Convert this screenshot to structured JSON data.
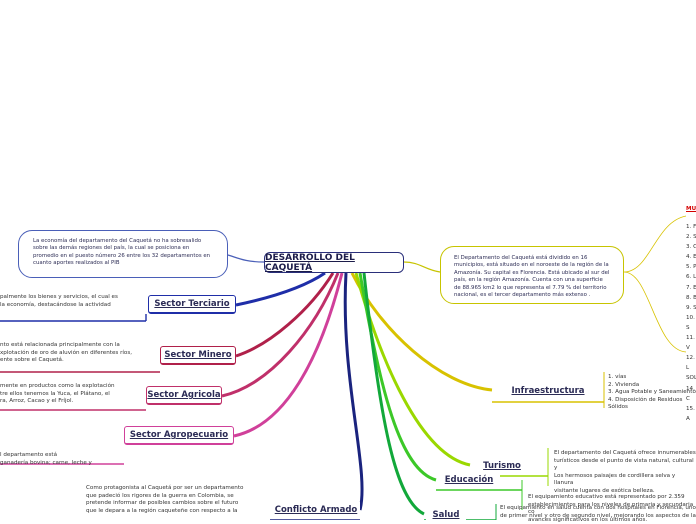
{
  "central": {
    "title": "DESARROLLO DEL CAQUETÁ"
  },
  "left_note": "La economía del departamento del Caquetá no ha sobresalido sobre las demás regiones del país, la cual se posiciona en promedio en el puesto número 26 entre los 32 departamentos en cuanto aportes realizados al PIB",
  "right_note": "El Departamento del Caquetá está dividido en 16 municipios, está situado en el noroeste de la región de la Amazonía. Su capital es Florencia. Está ubicado al sur del país, en la región Amazonía. Cuenta con una superficie de 88.965 km2 lo que representa el 7.79 % del territorio nacional, es el tercer departamento más extenso .",
  "municipios": {
    "title": "MU",
    "items": [
      "1. F",
      "2. S",
      "3. C",
      "4. E",
      "5. P",
      "6. L",
      "7. E",
      "8. B",
      "9. S",
      "10. S",
      "11. V",
      "12. L",
      "SOL",
      "14. C",
      "15. A"
    ]
  },
  "left_branches": [
    {
      "label": "Sector Terciario",
      "text": "palmente los bienes y servicios, el cual es\nla economía, destacándose la actividad"
    },
    {
      "label": "Sector Minero",
      "text": "nto está relacionada principalmente con la\nxplotación de oro de aluvión en diferentes ríos,\nente sobre el Caquetá."
    },
    {
      "label": "Sector Agricola",
      "text": "mente en productos como la explotación\ntre ellos tenemos la Yuca, el Plátano, el\nra, Arroz, Cacao y el Fríjol."
    },
    {
      "label": "Sector Agropecuario",
      "text": "l departamento está\n ganadería bovina; carne, leche y"
    },
    {
      "label": "Conflicto Armado",
      "text": "Como protagonista al Caquetá por ser un departamento\nque padeció los rigores de la guerra en Colombia, se\npretende informar de posibles cambios sobre el futuro\nque le depara a la región caqueteñe con respecto a la"
    }
  ],
  "right_branches": [
    {
      "label": "Infraestructura",
      "text": "1. vías\n2. Vivienda\n3. Agua Potable y Saneamiento\n4. Disposición de Residuos Sólidos"
    },
    {
      "label": "Turismo",
      "text": "El departamento del Caquetá ofrece innumerables\nturísticos desde el punto de vista natural, cultural y\nLos hermosos paisajes de cordillera selva y llanura\nvisitante lugares de exótica belleza."
    },
    {
      "label": "Educación",
      "text": "El equipamiento educativo está representado por 2.359\nestablecimientos para los niveles de primaria y secundaria co\navances significativos en los últimos años."
    },
    {
      "label": "Salud",
      "text": "El equipamiento en salud cuenta con dos hospitales en Florencia, uno\nde primer nivel y otro de segundo nivel, mejorando los aspectos de la"
    }
  ],
  "colors": {
    "central_border": "#2a2f7a",
    "bubble_border": "#4a5fb8",
    "terciario": "#1f2ea8",
    "minero": "#b0204a",
    "agricola": "#c0306a",
    "agropecuario": "#d0409a",
    "conflicto": "#1a237e",
    "infraestructura": "#d8c200",
    "turismo": "#9ad800",
    "educacion": "#3cc828",
    "salud": "#12a83a",
    "right_note_link": "#c7c400"
  }
}
